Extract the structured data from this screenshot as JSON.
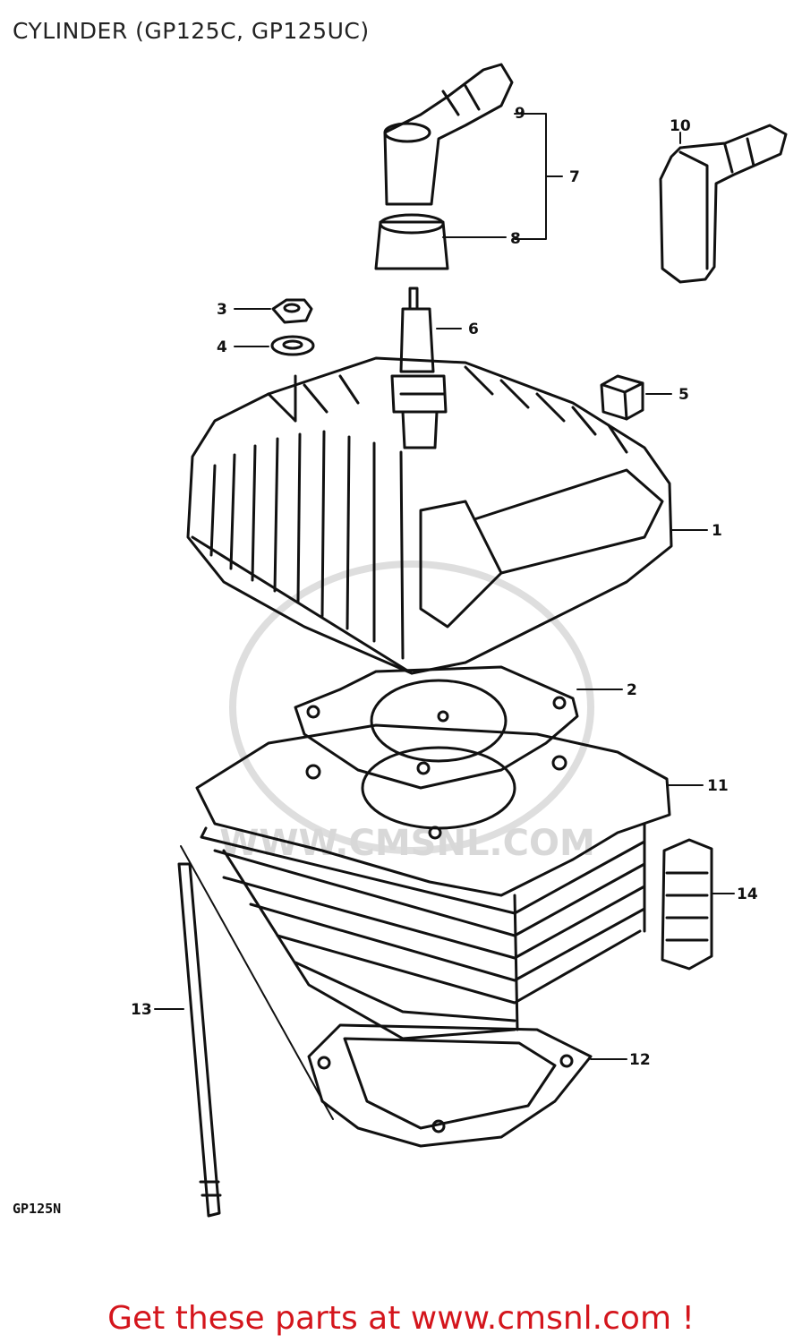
{
  "header": {
    "title": "CYLINDER (GP125C, GP125UC)"
  },
  "diagram": {
    "model_code": "GP125N",
    "watermark": "WWW.CMSNL.COM",
    "callouts": {
      "c1": "1",
      "c2": "2",
      "c3": "3",
      "c4": "4",
      "c5": "5",
      "c6": "6",
      "c7": "7",
      "c8": "8",
      "c9": "9",
      "c10": "10",
      "c11": "11",
      "c12": "12",
      "c13": "13",
      "c14": "14"
    }
  },
  "footer": {
    "text": "Get these parts at www.cmsnl.com !"
  },
  "colors": {
    "footer": "#d4151c",
    "line": "#111111",
    "watermark": "#d8d8d8"
  }
}
